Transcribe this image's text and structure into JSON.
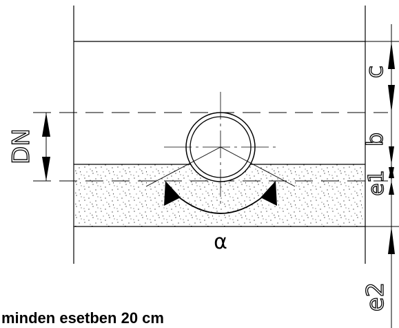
{
  "labels": {
    "alpha": "α",
    "dn": "DN",
    "c": "c",
    "b": "b",
    "e1": "e1",
    "e2": "e2"
  },
  "note": "minden esetben 20 cm"
}
